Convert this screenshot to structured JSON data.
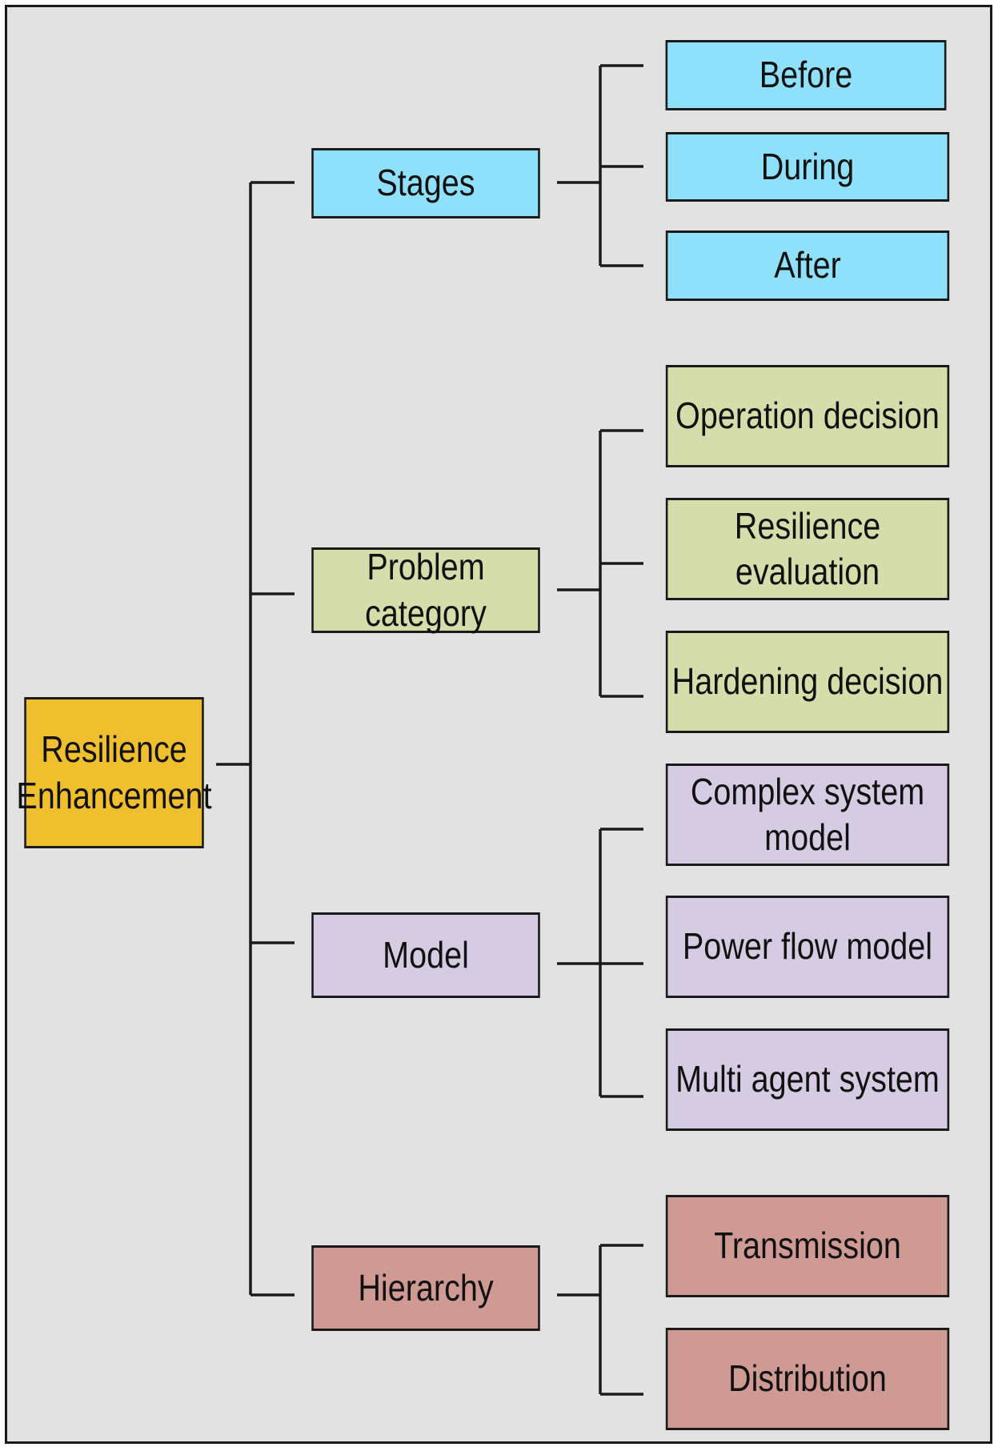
{
  "colors": {
    "root": "#f0bf2e",
    "stages": "#8ee0fb",
    "problem": "#d5ddaa",
    "model": "#d5cbe2",
    "hierarchy": "#d09a94",
    "line": "#1a1a1a",
    "background": "#e2e2e2"
  },
  "root": {
    "label": "Resilience\nEnhancement"
  },
  "categories": [
    {
      "label": "Stages",
      "children": [
        "Before",
        "During",
        "After"
      ]
    },
    {
      "label": "Problem category",
      "children": [
        "Operation decision",
        "Resilience evaluation",
        "Hardening decision"
      ]
    },
    {
      "label": "Model",
      "children": [
        "Complex system model",
        "Power flow model",
        "Multi agent system"
      ]
    },
    {
      "label": "Hierarchy",
      "children": [
        "Transmission",
        "Distribution"
      ]
    }
  ]
}
